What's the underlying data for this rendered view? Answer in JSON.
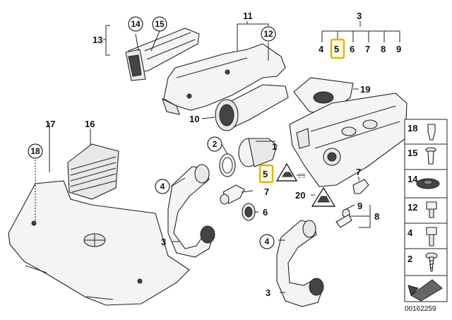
{
  "labels": {
    "l1": "1",
    "l2": "2",
    "l3a": "3",
    "l3b": "3",
    "l3c": "3",
    "l4a": "4",
    "l4b": "4",
    "l4c": "4",
    "l5a": "5",
    "l5b": "5",
    "l6a": "6",
    "l6b": "6",
    "l7a": "7",
    "l7b": "7",
    "l7c": "7",
    "l8a": "8",
    "l8b": "8",
    "l9a": "9",
    "l9b": "9",
    "l10": "10",
    "l11": "11",
    "l12a": "12",
    "l12b": "12",
    "l13": "13",
    "l14a": "14",
    "l14b": "14",
    "l15a": "15",
    "l15b": "15",
    "l16": "16",
    "l17": "17",
    "l18a": "18",
    "l18b": "18",
    "l19": "19",
    "l20": "20",
    "l21": "21",
    "l2s": "2"
  },
  "diagram_id": "00162259"
}
